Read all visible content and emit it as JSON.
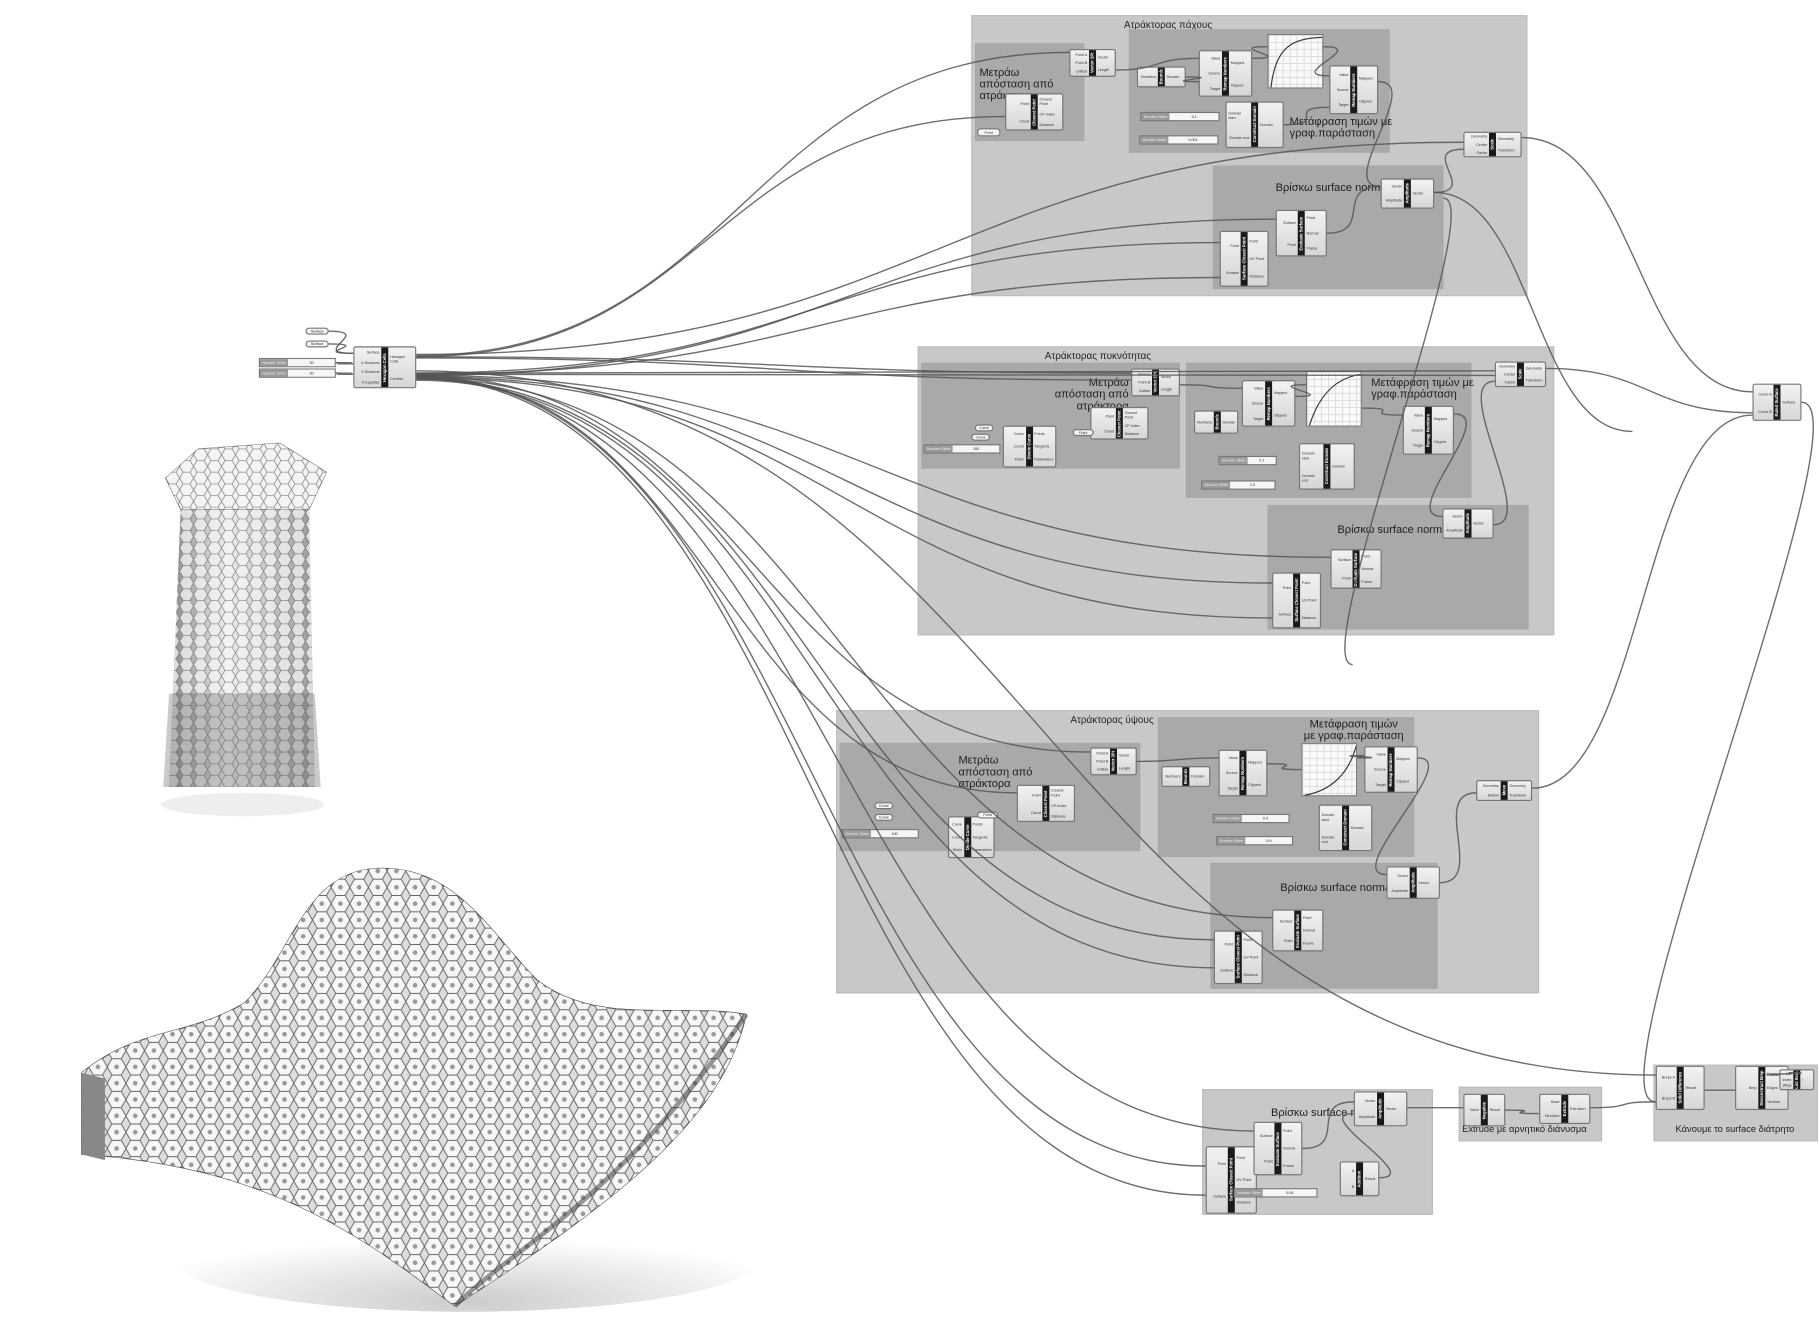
{
  "groups": [
    {
      "id": "g-thickness",
      "title": "Ατράκτορας πάχους",
      "labels": {
        "measure": "Μετράω απόσταση από ατράκτορα",
        "remap": "Μετάφραση τιμών με γραφ.παράσταση",
        "normal": "Βρίσκω surface normal"
      }
    },
    {
      "id": "g-density",
      "title": "Ατράκτορας πυκνότητας",
      "labels": {
        "measure": "Μετράω απόσταση από ατράκτορα",
        "remap": "Μετάφραση τιμών με γραφ.παράσταση",
        "normal": "Βρίσκω surface normal"
      }
    },
    {
      "id": "g-height",
      "title": "Ατράκτορας ύψους",
      "labels": {
        "measure": "Μετράω απόσταση από ατράκτορα",
        "remap": "Μετάφραση τιμών με γραφ.παράσταση",
        "normal": "Βρίσκω surface normal"
      }
    },
    {
      "id": "g-normal-bottom",
      "title": "",
      "labels": {
        "normal": "Βρίσκω surface normal"
      }
    },
    {
      "id": "g-extrude",
      "title": "",
      "labels": {
        "main": "Extrude με αρνητικό διάνυσμα"
      }
    },
    {
      "id": "g-perforate",
      "title": "",
      "labels": {
        "main": "Κάνουμε το surface διάτρητο"
      }
    }
  ],
  "nodes": [
    {
      "id": "hex",
      "name": "Hexagon Cells",
      "inputs": [
        "Surface",
        "U Divisions",
        "V Divisions",
        "V Equalize"
      ],
      "outputs": [
        "Hexagon Cells",
        "Centers"
      ]
    },
    {
      "id": "t-vec",
      "name": "Vector 2Pt",
      "inputs": [
        "Point A",
        "Point B",
        "Unitize"
      ],
      "outputs": [
        "Vector",
        "Length"
      ]
    },
    {
      "id": "t-cp",
      "name": "Closest Point",
      "inputs": [
        "Point",
        "Cloud"
      ],
      "outputs": [
        "Closest Point",
        "CP Index",
        "Distance"
      ]
    },
    {
      "id": "t-bnd",
      "name": "Bounds",
      "inputs": [
        "Numbers"
      ],
      "outputs": [
        "Domain"
      ]
    },
    {
      "id": "t-rm1",
      "name": "Remap Numbers",
      "inputs": [
        "Value",
        "Source",
        "Target"
      ],
      "outputs": [
        "Mapped",
        "Clipped"
      ]
    },
    {
      "id": "t-rm2",
      "name": "Remap Numbers",
      "inputs": [
        "Value",
        "Source",
        "Target"
      ],
      "outputs": [
        "Mapped",
        "Clipped"
      ]
    },
    {
      "id": "t-dom",
      "name": "Construct Domain",
      "inputs": [
        "Domain start",
        "Domain end"
      ],
      "outputs": [
        "Domain"
      ]
    },
    {
      "id": "t-amp",
      "name": "Amplitude",
      "inputs": [
        "Vector",
        "Amplitude"
      ],
      "outputs": [
        "Vector"
      ]
    },
    {
      "id": "t-eval",
      "name": "Evaluate Surface",
      "inputs": [
        "Surface",
        "Point"
      ],
      "outputs": [
        "Point",
        "Normal",
        "Frame"
      ]
    },
    {
      "id": "t-scp",
      "name": "Surface Closest Point",
      "inputs": [
        "Point",
        "Surface"
      ],
      "outputs": [
        "Point",
        "UV Point",
        "Distance"
      ]
    },
    {
      "id": "t-scale",
      "name": "Scale",
      "inputs": [
        "Geometry",
        "Center",
        "Factor"
      ],
      "outputs": [
        "Geometry",
        "Transform"
      ]
    },
    {
      "id": "m-vec",
      "name": "Vector 2Pt",
      "inputs": [
        "Point A",
        "Point B",
        "Unitize"
      ],
      "outputs": [
        "Vector",
        "Length"
      ]
    },
    {
      "id": "m-cp",
      "name": "Closest Point",
      "inputs": [
        "Point",
        "Cloud"
      ],
      "outputs": [
        "Closest Point",
        "CP Index",
        "Distance"
      ]
    },
    {
      "id": "m-div",
      "name": "Divide Curve",
      "inputs": [
        "Curve",
        "Count",
        "Kinks"
      ],
      "outputs": [
        "Points",
        "Tangents",
        "Parameters"
      ]
    },
    {
      "id": "m-bnd",
      "name": "Bounds",
      "inputs": [
        "Numbers"
      ],
      "outputs": [
        "Domain"
      ]
    },
    {
      "id": "m-rm1",
      "name": "Remap Numbers",
      "inputs": [
        "Value",
        "Source",
        "Target"
      ],
      "outputs": [
        "Mapped",
        "Clipped"
      ]
    },
    {
      "id": "m-rm2",
      "name": "Remap Numbers",
      "inputs": [
        "Value",
        "Source",
        "Target"
      ],
      "outputs": [
        "Mapped",
        "Clipped"
      ]
    },
    {
      "id": "m-dom",
      "name": "Construct Domain",
      "inputs": [
        "Domain start",
        "Domain end"
      ],
      "outputs": [
        "Domain"
      ]
    },
    {
      "id": "m-amp",
      "name": "Amplitude",
      "inputs": [
        "Vector",
        "Amplitude"
      ],
      "outputs": [
        "Vector"
      ]
    },
    {
      "id": "m-eval",
      "name": "Evaluate Surface",
      "inputs": [
        "Surface",
        "Point"
      ],
      "outputs": [
        "Point",
        "Normal",
        "Frame"
      ]
    },
    {
      "id": "m-scp",
      "name": "Surface Closest Point",
      "inputs": [
        "Point",
        "Surface"
      ],
      "outputs": [
        "Point",
        "UV Point",
        "Distance"
      ]
    },
    {
      "id": "m-scale",
      "name": "Scale",
      "inputs": [
        "Geometry",
        "Center",
        "Factor"
      ],
      "outputs": [
        "Geometry",
        "Transform"
      ]
    },
    {
      "id": "h-vec",
      "name": "Vector 2Pt",
      "inputs": [
        "Point A",
        "Point B",
        "Unitize"
      ],
      "outputs": [
        "Vector",
        "Length"
      ]
    },
    {
      "id": "h-cp",
      "name": "Closest Point",
      "inputs": [
        "Point",
        "Cloud"
      ],
      "outputs": [
        "Closest Point",
        "CP Index",
        "Distance"
      ]
    },
    {
      "id": "h-div",
      "name": "Divide Curve",
      "inputs": [
        "Curve",
        "Count",
        "Kinks"
      ],
      "outputs": [
        "Points",
        "Tangents",
        "Parameters"
      ]
    },
    {
      "id": "h-bnd",
      "name": "Bounds",
      "inputs": [
        "Numbers"
      ],
      "outputs": [
        "Domain"
      ]
    },
    {
      "id": "h-rm1",
      "name": "Remap Numbers",
      "inputs": [
        "Value",
        "Source",
        "Target"
      ],
      "outputs": [
        "Mapped",
        "Clipped"
      ]
    },
    {
      "id": "h-rm2",
      "name": "Remap Numbers",
      "inputs": [
        "Value",
        "Source",
        "Target"
      ],
      "outputs": [
        "Mapped",
        "Clipped"
      ]
    },
    {
      "id": "h-dom",
      "name": "Construct Domain",
      "inputs": [
        "Domain start",
        "Domain end"
      ],
      "outputs": [
        "Domain"
      ]
    },
    {
      "id": "h-amp",
      "name": "Amplitude",
      "inputs": [
        "Vector",
        "Amplitude"
      ],
      "outputs": [
        "Vector"
      ]
    },
    {
      "id": "h-eval",
      "name": "Evaluate Surface",
      "inputs": [
        "Surface",
        "Point"
      ],
      "outputs": [
        "Point",
        "Normal",
        "Frame"
      ]
    },
    {
      "id": "h-scp",
      "name": "Surface Closest Point",
      "inputs": [
        "Point",
        "Surface"
      ],
      "outputs": [
        "Point",
        "UV Point",
        "Distance"
      ]
    },
    {
      "id": "h-move",
      "name": "Move",
      "inputs": [
        "Geometry",
        "Motion"
      ],
      "outputs": [
        "Geometry",
        "Transform"
      ]
    },
    {
      "id": "ruled",
      "name": "Ruled Surface",
      "inputs": [
        "Curve A",
        "Curve B"
      ],
      "outputs": [
        "Surface"
      ]
    },
    {
      "id": "b-scp",
      "name": "Surface Closest Point",
      "inputs": [
        "Point",
        "Surface"
      ],
      "outputs": [
        "Point",
        "UV Point",
        "Distance"
      ]
    },
    {
      "id": "b-eval",
      "name": "Evaluate Surface",
      "inputs": [
        "Surface",
        "Point"
      ],
      "outputs": [
        "Point",
        "Normal",
        "Frame"
      ]
    },
    {
      "id": "b-amp",
      "name": "Amplitude",
      "inputs": [
        "Vector",
        "Amplitude"
      ],
      "outputs": [
        "Vector"
      ]
    },
    {
      "id": "b-add",
      "name": "Addition",
      "inputs": [
        "A",
        "B"
      ],
      "outputs": [
        "Result"
      ]
    },
    {
      "id": "neg",
      "name": "Negative",
      "inputs": [
        "Value"
      ],
      "outputs": [
        "Result"
      ]
    },
    {
      "id": "ext",
      "name": "Extrude",
      "inputs": [
        "Base",
        "Direction"
      ],
      "outputs": [
        "Extrusion"
      ]
    },
    {
      "id": "sdiff",
      "name": "Solid Difference",
      "inputs": [
        "Breps A",
        "Breps B"
      ],
      "outputs": [
        "Result"
      ]
    },
    {
      "id": "dbrep",
      "name": "Deconstruct Brep",
      "inputs": [
        "Brep"
      ],
      "outputs": [
        "Faces",
        "Edges",
        "Vertices"
      ]
    },
    {
      "id": "litem",
      "name": "List Item",
      "inputs": [
        "List",
        "Index",
        "Wrap"
      ],
      "outputs": [
        "i"
      ]
    }
  ],
  "params": [
    {
      "id": "p-surf1",
      "label": "Surface"
    },
    {
      "id": "p-surf2",
      "label": "Surface"
    },
    {
      "id": "t-point",
      "label": "Point"
    },
    {
      "id": "m-curve1",
      "label": "Curve"
    },
    {
      "id": "m-curve2",
      "label": "Curve"
    },
    {
      "id": "m-point",
      "label": "Point"
    },
    {
      "id": "h-curve1",
      "label": "Curve"
    },
    {
      "id": "h-curve2",
      "label": "Curve"
    },
    {
      "id": "h-point",
      "label": "Point"
    }
  ],
  "sliders": [
    {
      "id": "s-u",
      "label": "Number Slider",
      "value": "20"
    },
    {
      "id": "s-v",
      "label": "Number Slider",
      "value": "20"
    },
    {
      "id": "t-s1",
      "label": "Number Slider",
      "value": "0.1"
    },
    {
      "id": "t-s2",
      "label": "Number Slider",
      "value": "0.001"
    },
    {
      "id": "m-sdiv",
      "label": "Number Slider",
      "value": "100"
    },
    {
      "id": "m-s1",
      "label": "Number Slider",
      "value": "0.1"
    },
    {
      "id": "m-s2",
      "label": "Number Slider",
      "value": "1.0"
    },
    {
      "id": "h-sdiv",
      "label": "Number Slider",
      "value": "100"
    },
    {
      "id": "h-s1",
      "label": "Number Slider",
      "value": "0.4"
    },
    {
      "id": "h-s2",
      "label": "Number Slider",
      "value": "0.9"
    },
    {
      "id": "b-s1",
      "label": "Number Slider",
      "value": "0.04"
    }
  ],
  "colors": {
    "canvas": "#ffffff",
    "group": "#c8c8c8",
    "subgroup": "#a9a9a9",
    "wire": "#555555",
    "node_strip": "#1a1a1a"
  }
}
